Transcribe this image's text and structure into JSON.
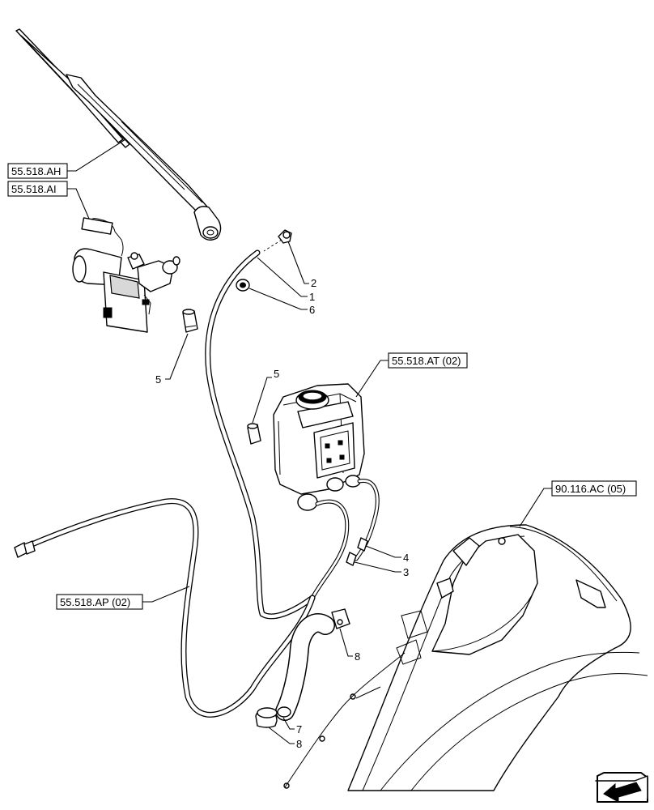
{
  "references": {
    "wiper_arm": "55.518.AH",
    "wiper_motor": "55.518.AI",
    "reservoir": "55.518.AT (02)",
    "hose_long": "55.518.AP (02)",
    "fender": "90.116.AC (05)"
  },
  "callouts": {
    "c1": "1",
    "c2": "2",
    "c3": "3",
    "c4": "4",
    "c5a": "5",
    "c5b": "5",
    "c6": "6",
    "c7": "7",
    "c8a": "8",
    "c8b": "8"
  },
  "icons": {
    "nav": "arrow-navigation-icon"
  }
}
